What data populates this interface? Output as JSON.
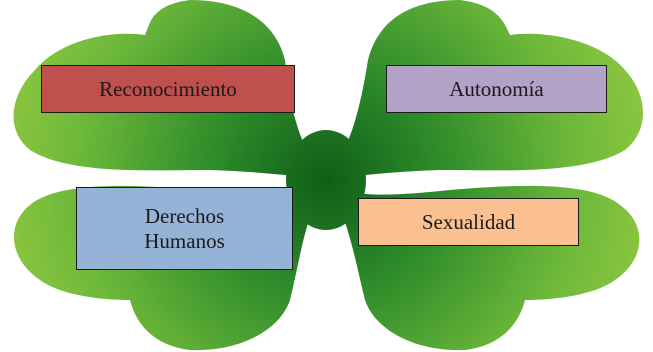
{
  "diagram": {
    "boxes": {
      "reconocimiento": {
        "text": "Reconocimiento",
        "color": "#c0504d"
      },
      "autonomia": {
        "text": "Autonomía",
        "color": "#b3a2c7"
      },
      "derechos_humanos": {
        "line1": "Derechos",
        "line2": "Humanos",
        "color": "#95b3d7"
      },
      "sexualidad": {
        "text": "Sexualidad",
        "color": "#fac090"
      }
    },
    "colors": {
      "clover_dark": "#0f5e18",
      "clover_mid": "#2f8c2a",
      "clover_light": "#8cc63f"
    }
  }
}
